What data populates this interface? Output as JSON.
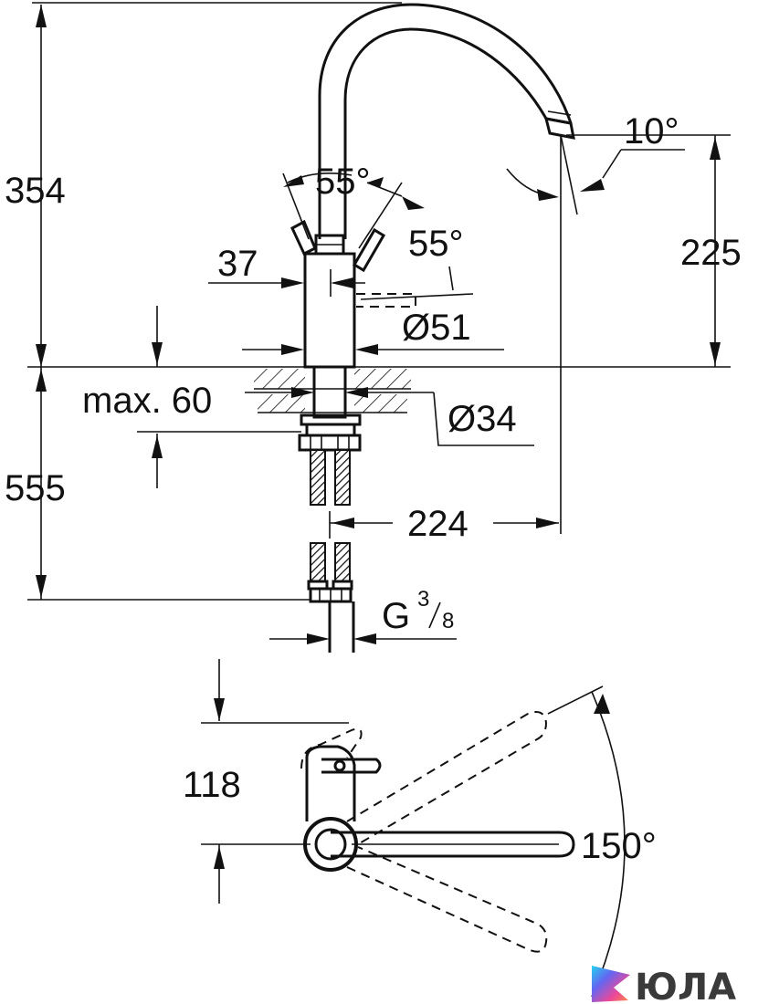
{
  "labels": {
    "total_height": "354",
    "spout_height": "225",
    "lever_left_angle": "55°",
    "lever_right_angle": "55°",
    "spout_tilt_angle": "10°",
    "lever_offset": "37",
    "body_diameter": "Ø51",
    "deck_thickness": "max. 60",
    "shank_diameter": "Ø34",
    "hose_length": "555",
    "spout_reach": "224",
    "thread_prefix": "G",
    "thread_num": "3",
    "thread_den": "8",
    "top_view_offset": "118",
    "swivel_angle": "150°"
  },
  "logo": {
    "text": "ЮЛА"
  },
  "colors": {
    "line": "#111111",
    "background": "#ffffff",
    "logo_text": "#3a3a3a",
    "logo_gradient": [
      "#22d3ee",
      "#6366f1",
      "#ec4899",
      "#fb923c"
    ]
  }
}
